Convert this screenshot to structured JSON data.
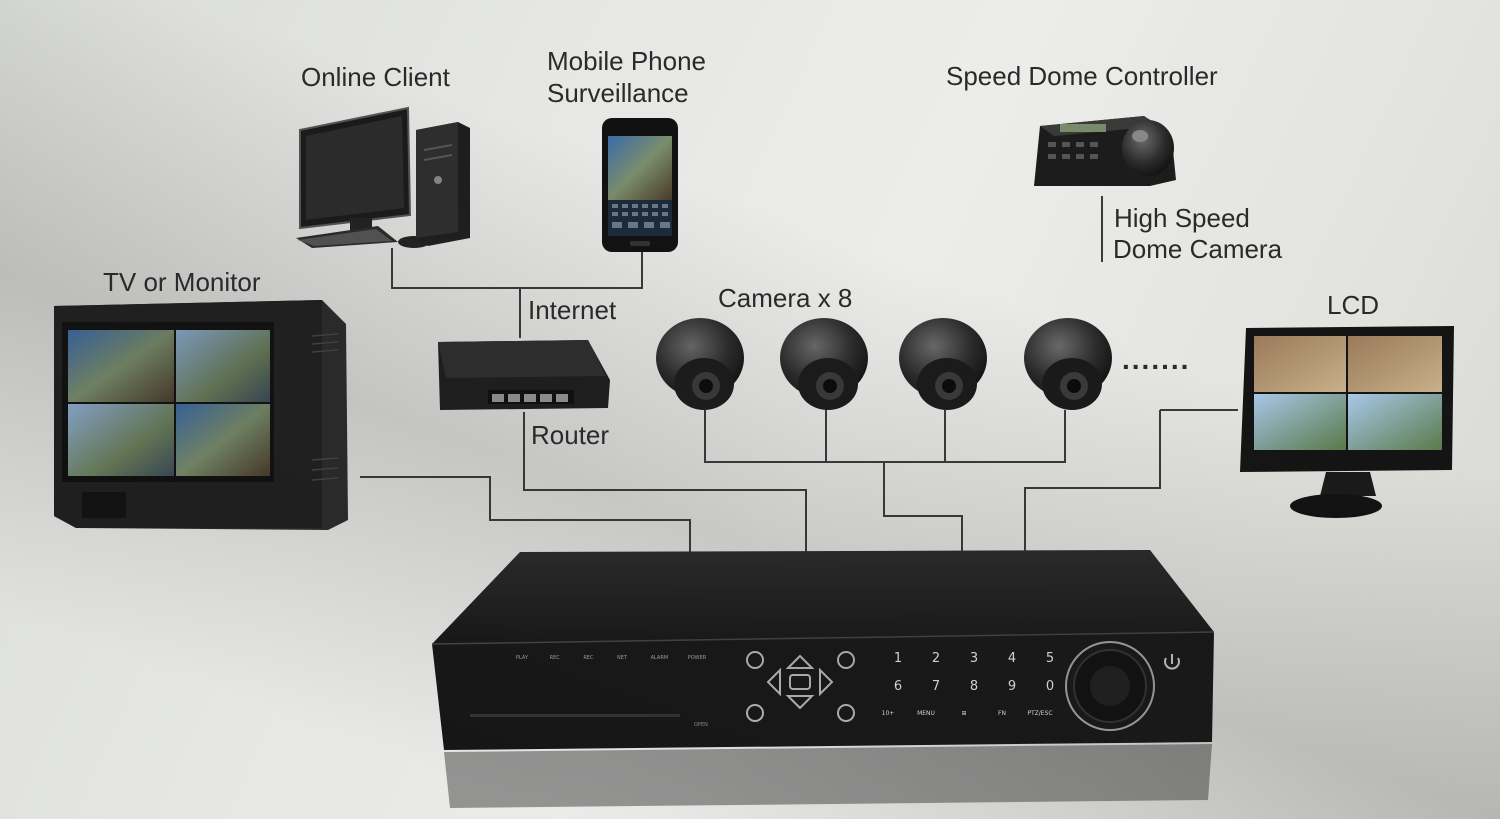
{
  "labels": {
    "online_client": "Online Client",
    "mobile_line1": "Mobile Phone",
    "mobile_line2": "Surveillance",
    "speed_dome_controller": "Speed Dome Controller",
    "high_speed_line1": "High Speed",
    "high_speed_line2": "Dome Camera",
    "tv_or_monitor": "TV or Monitor",
    "internet": "Internet",
    "camera_x8": "Camera x 8",
    "lcd": "LCD",
    "router": "Router",
    "ellipsis": "......."
  },
  "dvr_panel": {
    "indicators": [
      "PLAY",
      "REC",
      "REC",
      "NET",
      "ALARM",
      "POWER"
    ],
    "keys_row1": [
      "1",
      "2",
      "3",
      "4",
      "5"
    ],
    "keys_row2": [
      "6",
      "7",
      "8",
      "9",
      "0"
    ],
    "keys_row3": [
      "10+",
      "MENU",
      "⊞",
      "FN",
      "PTZ/ESC"
    ],
    "open_label": "OPEN"
  },
  "colors": {
    "device_dark": "#1c1c1c",
    "line": "#333333",
    "background": "#e8e9e6"
  }
}
